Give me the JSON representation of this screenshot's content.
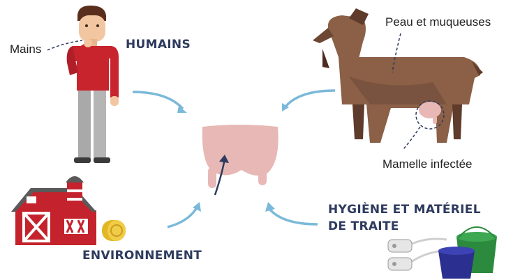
{
  "labels": {
    "mains": "Mains",
    "humains": "HUMAINS",
    "peau": "Peau et muqueuses",
    "mamelle": "Mamelle infectée",
    "environnement": "ENVIRONNEMENT",
    "hygiene_line1": "HYGIÈNE ET MATÉRIEL",
    "hygiene_line2": "DE TRAITE"
  },
  "colors": {
    "arrow": "#7bb9d9",
    "udder": "#e7b8b5",
    "goat": "#8b6046",
    "goat_dark": "#5e3b2b",
    "shirt": "#c8242d",
    "pants": "#a6a6a6",
    "barn": "#c4232d",
    "bucket_green": "#2c8a3e",
    "bucket_blue": "#2b2f8f",
    "hay": "#e2b726"
  },
  "icons": [
    "human-figure-icon",
    "goat-icon",
    "udder-icon",
    "barn-icon",
    "hay-bale-icon",
    "milking-cluster-icon",
    "green-bucket-icon",
    "blue-bucket-icon"
  ]
}
